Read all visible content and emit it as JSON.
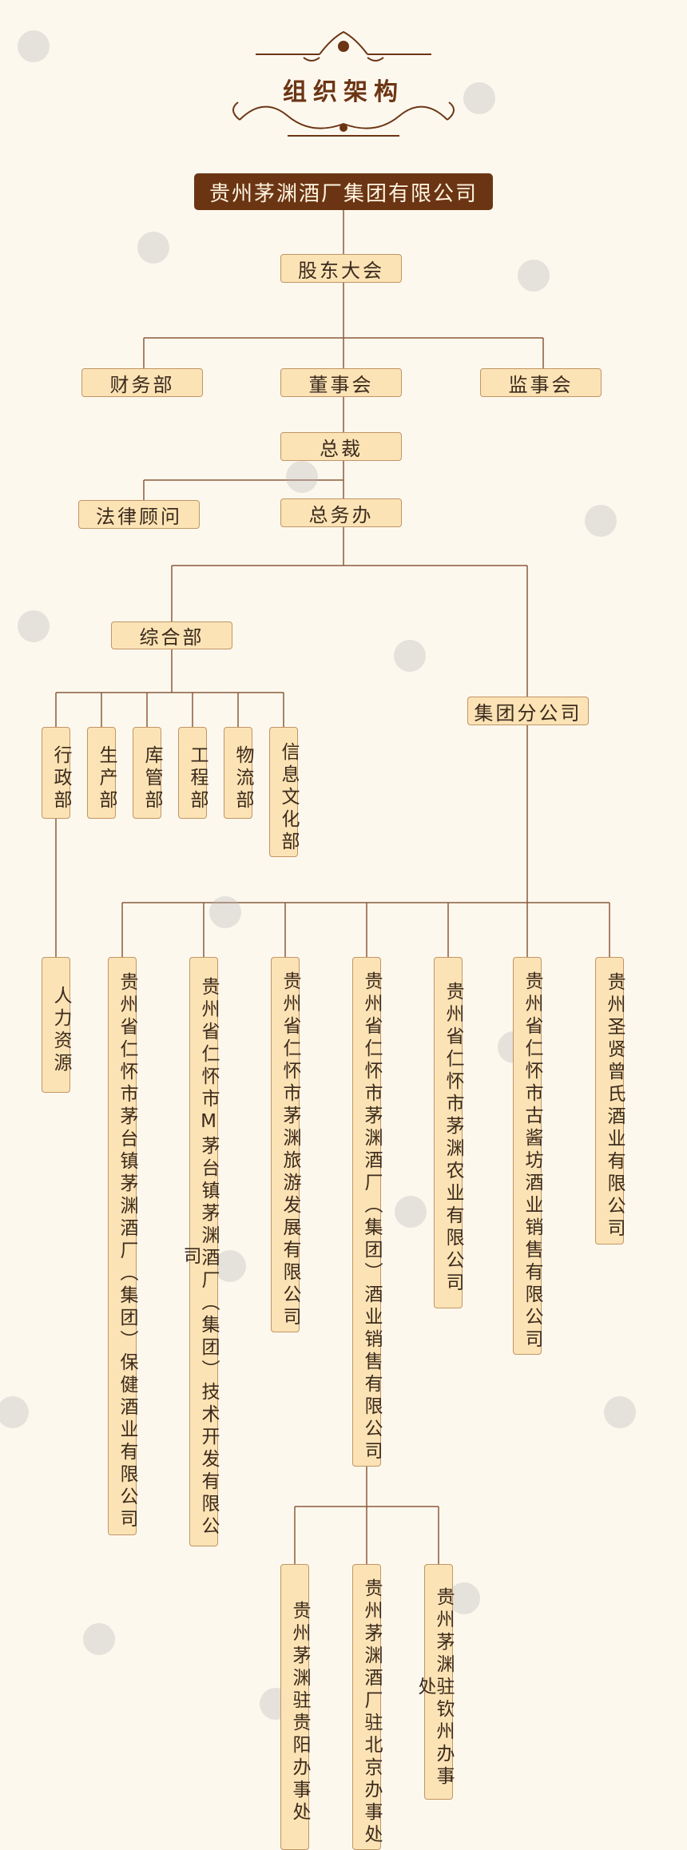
{
  "header": {
    "title": "组织架构"
  },
  "org": {
    "company": "贵州茅渊酒厂集团有限公司",
    "shareholders": "股东大会",
    "finance": "财务部",
    "board": "董事会",
    "supervisors": "监事会",
    "ceo": "总裁",
    "legal": "法律顾问",
    "general_office": "总务办",
    "integrated": "综合部",
    "departments": [
      "行政部",
      "生产部",
      "库管部",
      "工程部",
      "物流部",
      "信息文化部"
    ],
    "hr": "人力资源",
    "branch": "集团分公司",
    "subsidiaries": [
      "贵州省仁怀市茅台镇茅渊酒厂（集团）保健酒业有限公司",
      "贵州省仁怀市M茅台镇茅渊酒厂（集团）技术开发有限公司",
      "贵州省仁怀市茅渊旅游发展有限公司",
      "贵州省仁怀市茅渊酒厂（集团）酒业销售有限公司",
      "贵州省仁怀市茅渊农业有限公司",
      "贵州省仁怀市古酱坊酒业销售有限公司",
      "贵州圣贤曾氏酒业有限公司"
    ],
    "offices": [
      "贵州茅渊驻贵阳办事处",
      "贵州茅渊酒厂驻北京办事处",
      "贵州茅渊驻钦州办事处"
    ]
  }
}
